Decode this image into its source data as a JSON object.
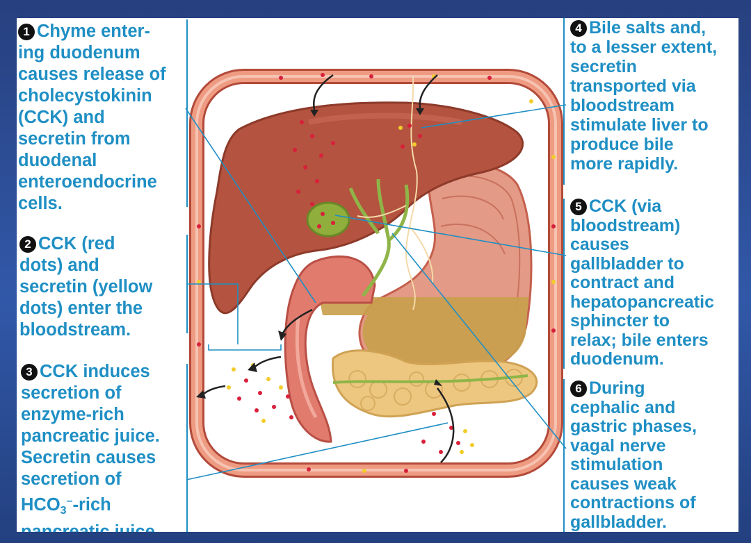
{
  "captions": {
    "c1": {
      "number": "1",
      "lines": [
        "Chyme enter-",
        "ing duodenum",
        "causes release of",
        "cholecystokinin",
        "(CCK) and",
        "secretin from",
        "duodenal",
        "enteroendocrine",
        "cells."
      ]
    },
    "c2": {
      "number": "2",
      "lines": [
        "CCK (red",
        "dots) and",
        "secretin (yellow",
        "dots) enter the",
        "bloodstream."
      ]
    },
    "c3": {
      "number": "3",
      "lines": [
        "CCK induces",
        "secretion of",
        "enzyme-rich",
        "pancreatic juice.",
        "Secretin causes",
        "secretion of"
      ],
      "hco_base": "HCO",
      "hco_sub": "3",
      "hco_sup": "–",
      "hco_rest": "-rich",
      "last_line": "pancreatic juice."
    },
    "c4": {
      "number": "4",
      "lines": [
        "Bile salts and,",
        "to a lesser extent,",
        "secretin",
        "transported via",
        "bloodstream",
        "stimulate liver to",
        "produce bile",
        "more rapidly."
      ]
    },
    "c5": {
      "number": "5",
      "lines": [
        "CCK (via",
        "bloodstream)",
        "causes",
        "gallbladder to",
        "contract and",
        "hepatopancreatic",
        "sphincter to",
        "relax; bile enters",
        "duodenum."
      ]
    },
    "c6": {
      "number": "6",
      "lines": [
        "During",
        "cephalic and",
        "gastric phases,",
        "vagal nerve",
        "stimulation",
        "causes weak",
        "contractions of",
        "gallbladder."
      ]
    }
  },
  "colors": {
    "caption_text": "#1f8fc4",
    "cck_dot": "#d8203a",
    "secretin_dot": "#f2cc2a",
    "vessel": "#e07a60",
    "liver": "#b4533f",
    "gallbladder": "#8fae3c",
    "bile_duct": "#8fb548",
    "stomach": "#e39a86",
    "pancreas": "#edc780",
    "chyme": "#c9a04d"
  }
}
